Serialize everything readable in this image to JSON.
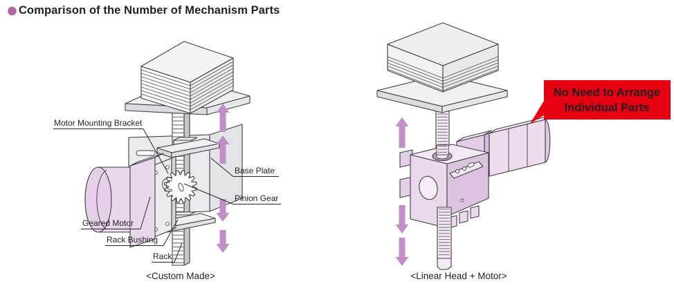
{
  "title": {
    "text": "Comparison of the Number of Mechanism Parts"
  },
  "colors": {
    "bullet": "#b168a9",
    "arrow": "#c38dc5",
    "callout_bg": "#e60012",
    "callout_text": "#ffffff"
  },
  "left_diagram": {
    "caption": "<Custom Made>",
    "labels": {
      "motor_mounting_bracket": "Motor Mounting Bracket",
      "base_plate": "Base Plate",
      "pinion_gear": "Pinion Gear",
      "geared_motor": "Geared Motor",
      "rack_bushing": "Rack Bushing",
      "rack": "Rack"
    }
  },
  "right_diagram": {
    "caption": "<Linear Head + Motor>",
    "callout": {
      "line1": "No Need to Arrange",
      "line2": "Individual Parts"
    }
  }
}
